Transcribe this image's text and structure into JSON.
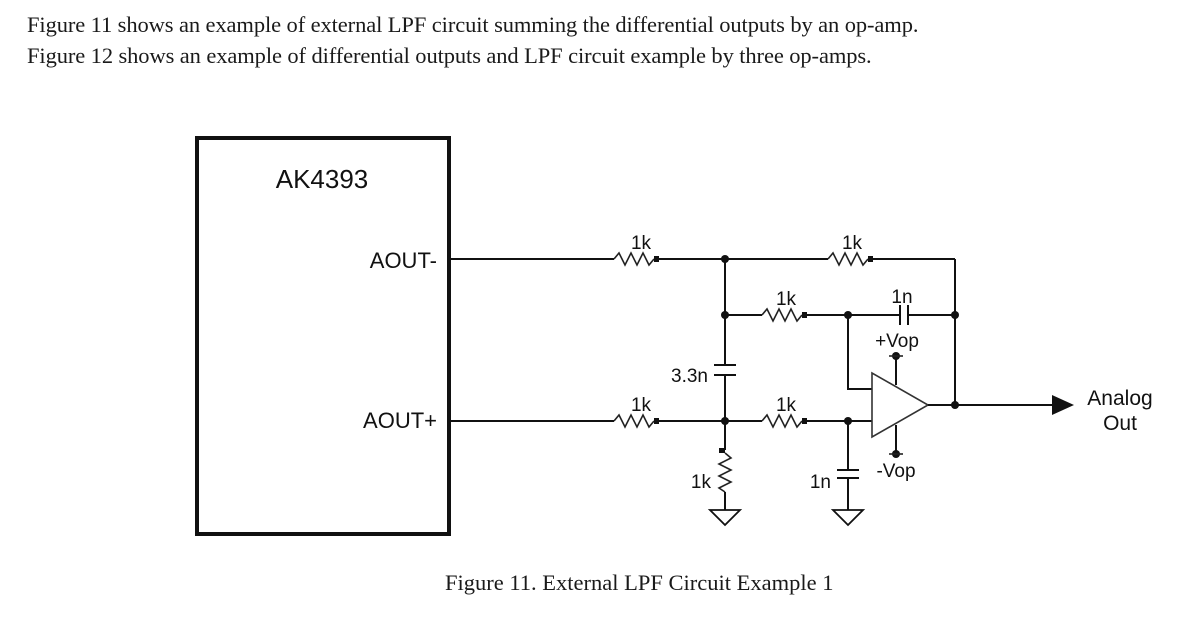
{
  "intro": {
    "line1": "Figure 11 shows an example of external LPF circuit summing the differential outputs by an op-amp.",
    "line2": "Figure 12 shows an example of differential outputs and LPF circuit example by three op-amps."
  },
  "diagram": {
    "chip": {
      "name": "AK4393",
      "pins": {
        "aout_minus": "AOUT-",
        "aout_plus": "AOUT+"
      }
    },
    "components": {
      "r_in_minus": "1k",
      "r_in_plus": "1k",
      "r_feedback": "1k",
      "r_mid_top": "1k",
      "r_mid_bottom": "1k",
      "r_ground": "1k",
      "c_diff": "3.3n",
      "c_feedback": "1n",
      "c_ground": "1n"
    },
    "supply": {
      "positive": "+Vop",
      "negative": "-Vop"
    },
    "output": {
      "line1": "Analog",
      "line2": "Out"
    }
  },
  "caption": "Figure 11. External LPF Circuit Example 1"
}
